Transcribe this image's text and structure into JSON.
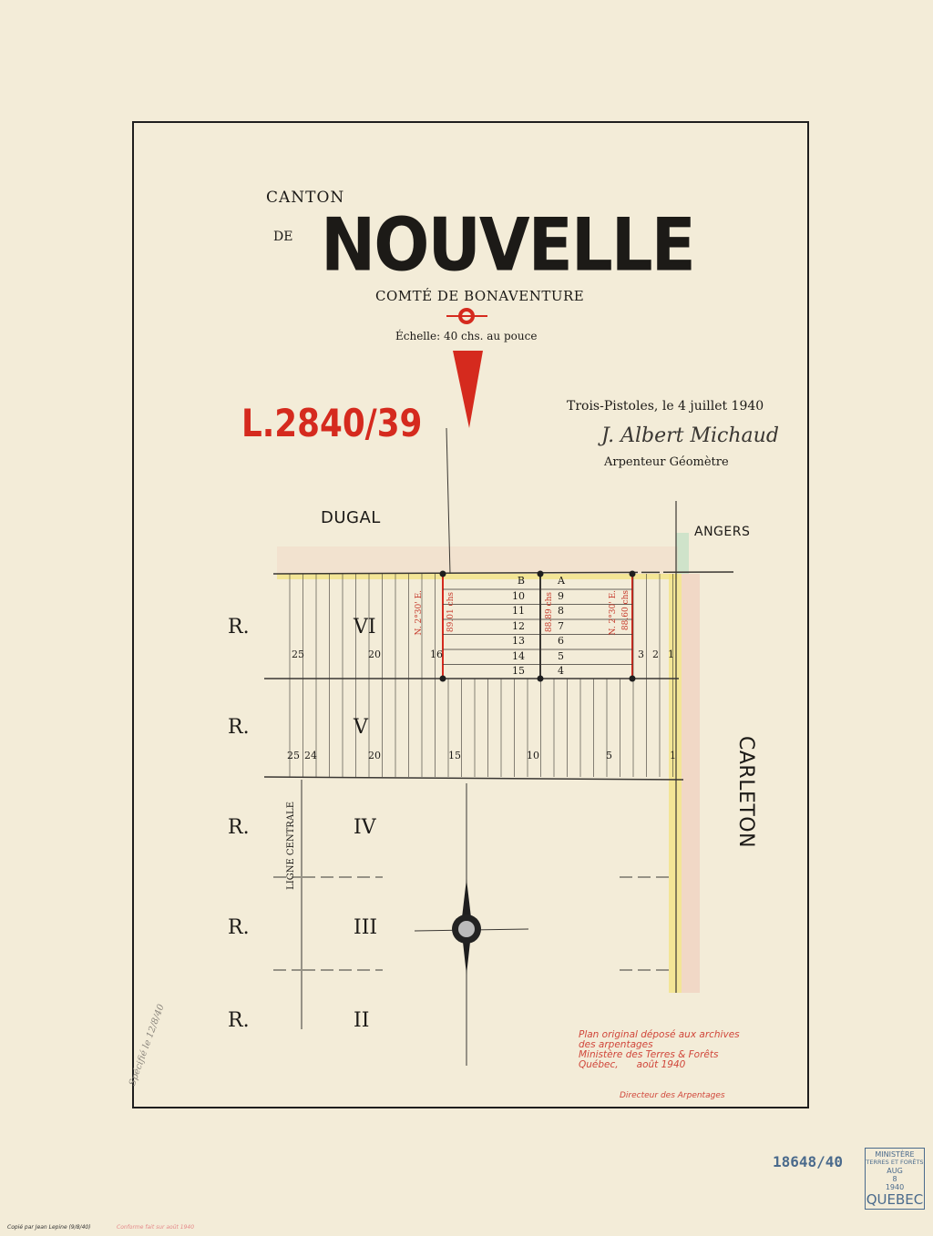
{
  "title": {
    "canton": "CANTON",
    "de": "DE",
    "name": "NOUVELLE",
    "comte": "COMTÉ DE BONAVENTURE",
    "scale": "Échelle: 40 chs. au pouce"
  },
  "reference": "L.2840/39",
  "signature_block": {
    "date": "Trois-Pistoles, le 4 juillet 1940",
    "signature": "J. Albert Michaud",
    "role": "Arpenteur Géomètre"
  },
  "neighbours": {
    "north": "DUGAL",
    "northeast": "ANGERS",
    "east": "CARLETON",
    "centre_line": "LIGNE CENTRALE"
  },
  "ranges": [
    {
      "label": "R.",
      "numeral": "VI",
      "lots": [
        "25",
        "20",
        "16",
        "3",
        "2",
        "1"
      ]
    },
    {
      "label": "R.",
      "numeral": "V",
      "lots": [
        "25",
        "24",
        "20",
        "15",
        "10",
        "5",
        "1"
      ]
    },
    {
      "label": "R.",
      "numeral": "IV"
    },
    {
      "label": "R.",
      "numeral": "III"
    },
    {
      "label": "R.",
      "numeral": "II"
    }
  ],
  "subdivision": {
    "left_column": [
      "B",
      "10",
      "11",
      "12",
      "13",
      "14",
      "15"
    ],
    "right_column": [
      "A",
      "9",
      "8",
      "7",
      "6",
      "5",
      "4"
    ],
    "bearings": [
      "N. 2°30' E.",
      "89.01 chs",
      "88.89 chs",
      "N. 2°30' E.",
      "88.60 chs"
    ]
  },
  "archive_note": {
    "lines": [
      "Plan original déposé aux archives",
      "des arpentages",
      "Ministère des Terres & Forêts",
      "Québec,      août 1940"
    ],
    "director": "Directeur des Arpentages"
  },
  "pencil_note": "Spécifié le 12/8/40",
  "registry_number": "18648/40",
  "stamp": {
    "line1": "MINISTÈRE",
    "line2": "TERRES ET FORÊTS",
    "month": "AUG",
    "day": "8",
    "year": "1940",
    "city": "QUEBEC"
  },
  "copied_by": "Copié par Jean Lepine (9/8/40)",
  "copy_note": "Conforme fait sur août 1940",
  "colors": {
    "ink": "#1c1a17",
    "red": "#d52a1e",
    "paper": "#f3ecd8",
    "stamp": "#4a6a8c",
    "yellow_wash": "#f2e27a",
    "pink_wash": "#f0c4b4",
    "green_wash": "#bfe0c4"
  }
}
